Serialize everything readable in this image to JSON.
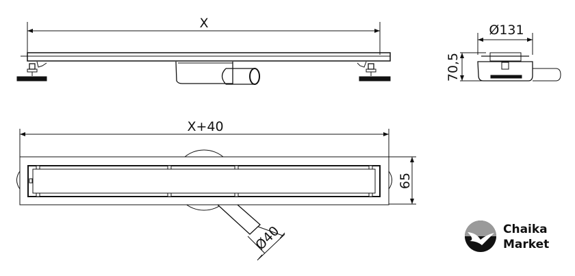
{
  "dimensions": {
    "top_length": "X",
    "side_diameter": "Ø131",
    "side_height": "70,5",
    "plan_length": "X+40",
    "plan_width": "65",
    "outlet_diameter": "Ø40"
  },
  "logo": {
    "line1": "Chaika",
    "line2": "Market"
  },
  "colors": {
    "line": "#111111",
    "logo_gray": "#9a9a9a"
  }
}
